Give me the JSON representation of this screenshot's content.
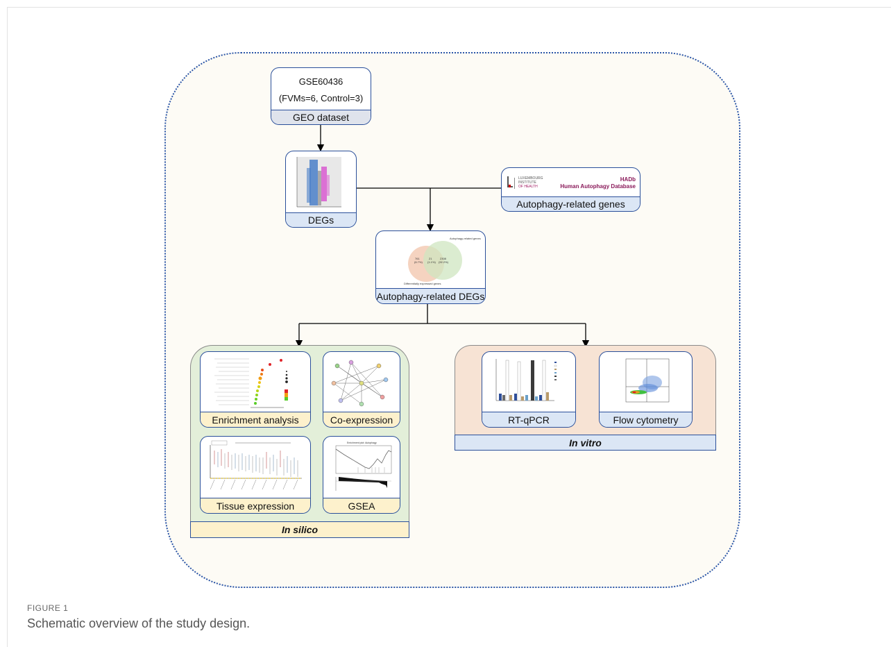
{
  "geo": {
    "id": "GSE60436",
    "groups": "(FVMs=6, Control=3)",
    "label": "GEO dataset"
  },
  "degs": {
    "label": "DEGs"
  },
  "hadb": {
    "org_line1": "LUXEMBOURG",
    "org_line2": "INSTITUTE",
    "org_line3": "OF HEALTH",
    "name": "HADb",
    "full_name": "Human Autophagy Database",
    "label": "Autophagy-related genes"
  },
  "venn": {
    "label": "Autophagy-related DEGs",
    "title_top": "Autophagy-related genes",
    "title_bottom": "Differentially expressed genes",
    "left_count": "761",
    "left_pct": "(6.7%)",
    "mid_count": "21",
    "mid_pct": "(1.1%)",
    "right_count": "2308",
    "right_pct": "(92.2%)"
  },
  "in_silico": {
    "label": "In silico",
    "enrichment": "Enrichment analysis",
    "coexpression": "Co-expression",
    "tissue": "Tissue expression",
    "gsea": "GSEA",
    "gsea_title": "Enrichment plot: Autophagy"
  },
  "in_vitro": {
    "label": "In vitro",
    "rtqpcr": "RT-qPCR",
    "flow": "Flow cytometry"
  },
  "caption": {
    "title": "FIGURE 1",
    "text": "Schematic overview of the study design."
  },
  "colors": {
    "blue_border": "#2a4f9a",
    "outer_dots": "#2a55a8",
    "silico_bg": "#e3efd9",
    "vitro_bg": "#f7e3d4",
    "yellow_label": "#fdf1cc",
    "blue_label": "#dbe6f5"
  }
}
